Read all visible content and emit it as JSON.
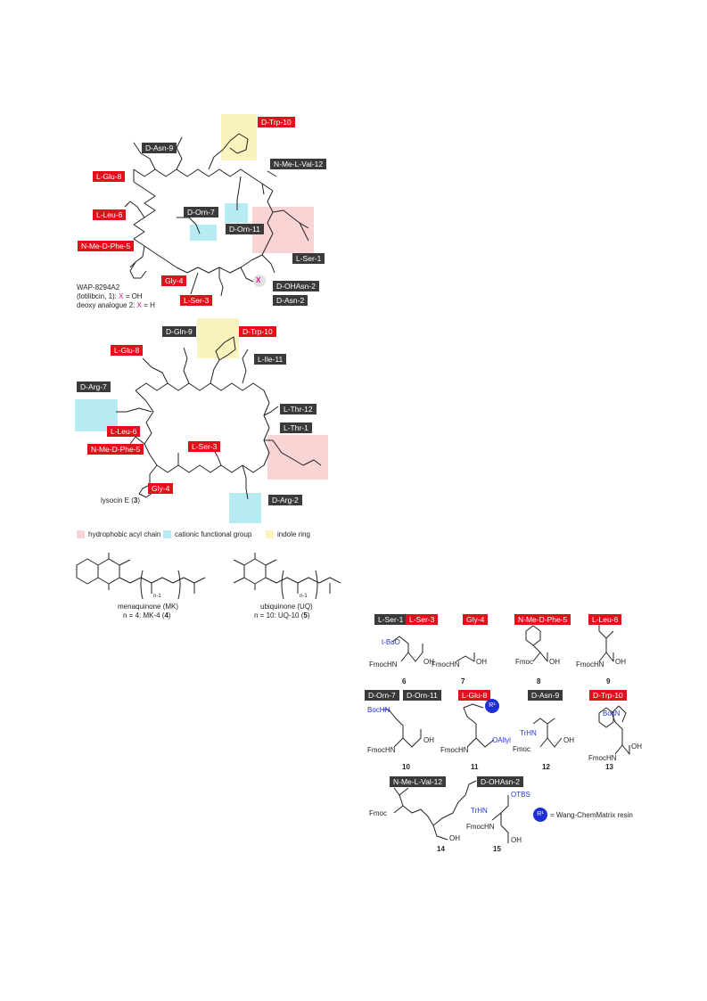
{
  "figure1": {
    "tags": {
      "dtrp10": "D-Trp-10",
      "dasn9": "D-Asn-9",
      "lglu8": "L-Glu-8",
      "nmeval12": "N-Me-L-Val-12",
      "lleu6": "L-Leu-6",
      "dorn7": "D-Orn-7",
      "dorn11": "D-Orn-11",
      "nmedphe5": "N-Me-D-Phe-5",
      "lser1": "L-Ser-1",
      "gly4": "Gly-4",
      "dohasn2": "D-OHAsn-2",
      "lser3": "L-Ser-3",
      "dasn2": "D-Asn-2"
    },
    "caption_name": "WAP-8294A2",
    "caption_line2a": "(lotilibcin, 1): ",
    "caption_line2b": "X",
    "caption_line2c": " = OH",
    "caption_line3a": "deoxy analogue 2: ",
    "caption_line3b": "X",
    "caption_line3c": " = H",
    "x_label": "X"
  },
  "figure2": {
    "tags": {
      "dgln9": "D-Gln-9",
      "dtrp10": "D-Trp-10",
      "lglu8": "L-Glu-8",
      "lile11": "L-Ile-11",
      "darg7": "D-Arg-7",
      "lthr12": "L-Thr-12",
      "lthr1": "L-Thr-1",
      "lleu6": "L-Leu-6",
      "lser3": "L-Ser-3",
      "nmedphe5": "N-Me-D-Phe-5",
      "gly4": "Gly-4",
      "darg2": "D-Arg-2"
    },
    "caption_a": "lysocin E (",
    "caption_b": "3",
    "caption_c": ")"
  },
  "legend": {
    "items": [
      {
        "label": "hydrophobic acyl chain",
        "color": "#f9d4d4"
      },
      {
        "label": "cationic functional group",
        "color": "#b6ecf1"
      },
      {
        "label": "indole ring",
        "color": "#fbf3bd"
      }
    ]
  },
  "quinones": {
    "mk_line1": "menaquinone (MK)",
    "mk_line2a": "n = 4: MK-4 (",
    "mk_line2b": "4",
    "mk_line2c": ")",
    "uq_line1": "ubiquinone (UQ)",
    "uq_line2a": "n = 10: UQ-10 (",
    "uq_line2b": "5",
    "uq_line2c": ")",
    "n_label": "n-1"
  },
  "building_blocks": {
    "tags": {
      "lser1": "L-Ser-1",
      "lser3": "L-Ser-3",
      "gly4": "Gly-4",
      "nmedphe5": "N-Me-D-Phe-5",
      "lleu6": "L-Leu-6",
      "dorn7": "D-Orn-7",
      "dorn11": "D-Orn-11",
      "lglu8": "L-Glu-8",
      "dasn9": "D-Asn-9",
      "dtrp10": "D-Trp-10",
      "nmeval12": "N-Me-L-Val-12",
      "dohasn2": "D-OHAsn-2"
    },
    "numbers": [
      "6",
      "7",
      "8",
      "9",
      "10",
      "11",
      "12",
      "13",
      "14",
      "15"
    ],
    "labels": {
      "tbu": "t-BuO",
      "fmochn": "FmocHN",
      "fmoc": "Fmoc",
      "boc_hn": "BocHN",
      "oallyl": "OAllyl",
      "trhn": "TrHN",
      "bocn": "BocN",
      "otbs": "OTBS",
      "oh": "OH",
      "r1": "R¹",
      "resin_eq": "= Wang-ChemMatrix resin"
    }
  }
}
